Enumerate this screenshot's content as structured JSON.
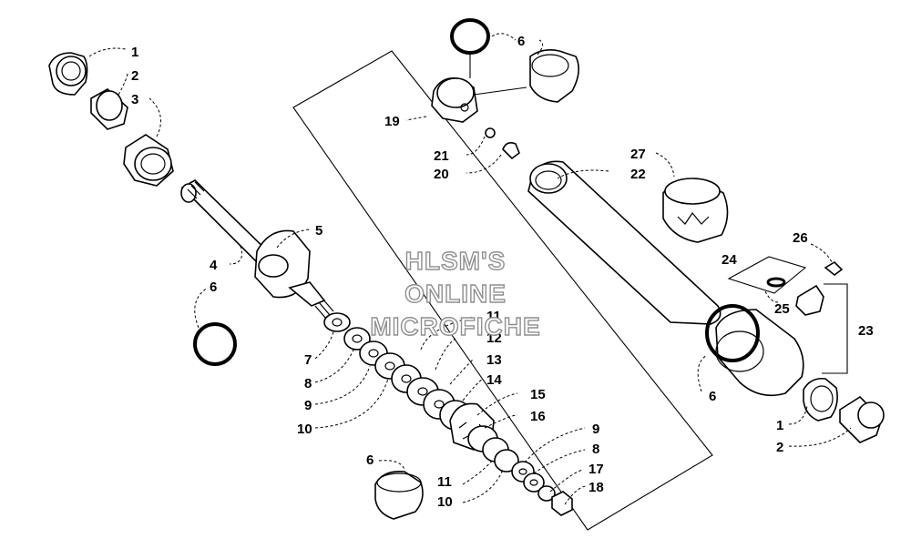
{
  "watermark": {
    "line1": "HLSM'S",
    "line2": "ONLINE",
    "line3": "MICROFICHE",
    "color": "#8f8f8f"
  },
  "callouts": {
    "c1a": "1",
    "c2a": "2",
    "c3": "3",
    "c4": "4",
    "c5": "5",
    "c6a": "6",
    "c6b": "6",
    "c19": "19",
    "c21": "21",
    "c20": "20",
    "c27": "27",
    "c22": "22",
    "c26": "26",
    "c24": "24",
    "c25": "25",
    "c23": "23",
    "c6c": "6",
    "c1b": "1",
    "c2b": "2",
    "c7": "7",
    "c8a": "8",
    "c9a": "9",
    "c10a": "10",
    "c11a": "11",
    "c12": "12",
    "c13": "13",
    "c14": "14",
    "c15": "15",
    "c16": "16",
    "c9b": "9",
    "c8b": "8",
    "c17": "17",
    "c18": "18",
    "c11b": "11",
    "c10b": "10",
    "c6d": "6"
  }
}
